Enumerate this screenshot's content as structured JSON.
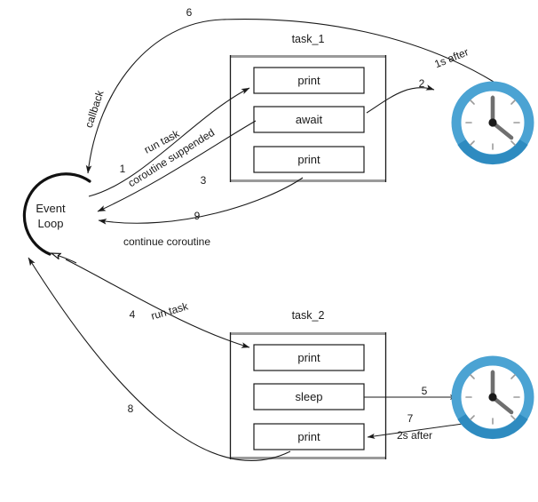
{
  "diagram": {
    "title": "asyncio event loop task scheduling diagram",
    "colors": {
      "clock_ring": "#4BA3D3",
      "clock_ring_dark": "#2E8BC0",
      "line": "#1a1a1a",
      "box_gray": "#9a9a9a",
      "hand": "#6f6f6f"
    },
    "event_loop": {
      "line1": "Event",
      "line2": "Loop"
    },
    "tasks": [
      {
        "id": "task_1",
        "title": "task_1",
        "steps": [
          {
            "label": "print"
          },
          {
            "label": "await"
          },
          {
            "label": "print"
          }
        ]
      },
      {
        "id": "task_2",
        "title": "task_2",
        "steps": [
          {
            "label": "print"
          },
          {
            "label": "sleep"
          },
          {
            "label": "print"
          }
        ]
      }
    ],
    "clocks": [
      {
        "id": "clock-task-1",
        "time": "12:20"
      },
      {
        "id": "clock-task-2",
        "time": "12:20"
      }
    ],
    "edges": [
      {
        "id": "e1",
        "number": "1",
        "label": "run task"
      },
      {
        "id": "e2",
        "number": "2",
        "label": ""
      },
      {
        "id": "e3",
        "number": "3",
        "label": "coroutine suppended"
      },
      {
        "id": "e4",
        "number": "4",
        "label": "run task"
      },
      {
        "id": "e5",
        "number": "5",
        "label": ""
      },
      {
        "id": "e6",
        "number": "6",
        "label": "callback"
      },
      {
        "id": "e7",
        "number": "7",
        "label": "2s after"
      },
      {
        "id": "e8",
        "number": "8",
        "label": ""
      },
      {
        "id": "e9",
        "number": "9",
        "label": "continue coroutine"
      },
      {
        "id": "e-1s",
        "number": "",
        "label": "1s after"
      }
    ]
  }
}
